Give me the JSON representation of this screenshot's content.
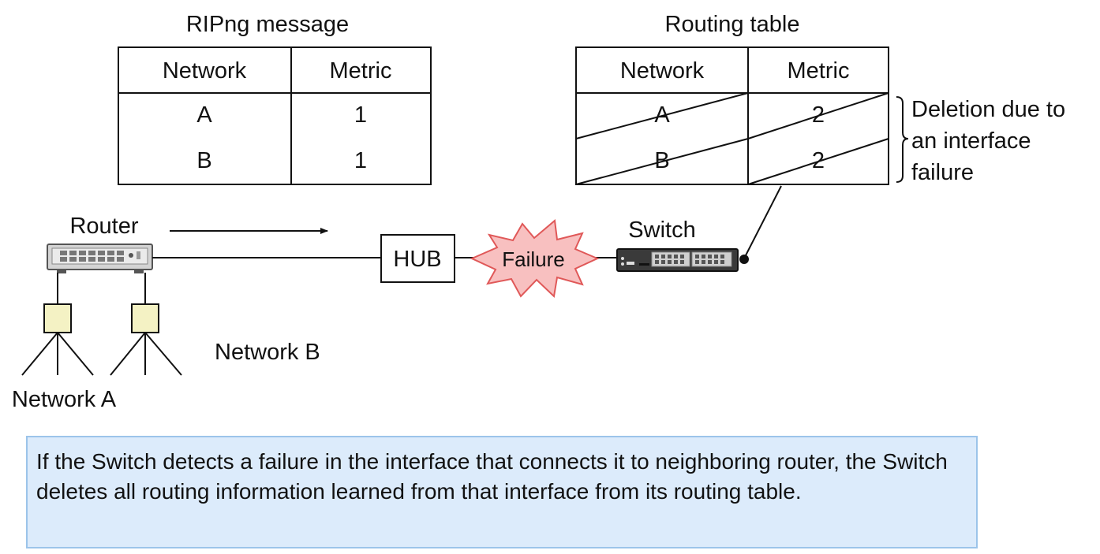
{
  "ripng_table": {
    "title": "RIPng message",
    "headers": [
      "Network",
      "Metric"
    ],
    "rows": [
      [
        "A",
        "1"
      ],
      [
        "B",
        "1"
      ]
    ]
  },
  "routing_table": {
    "title": "Routing table",
    "headers": [
      "Network",
      "Metric"
    ],
    "rows": [
      [
        "A",
        "2"
      ],
      [
        "B",
        "2"
      ]
    ]
  },
  "deletion_note": [
    "Deletion due to",
    "an interface",
    "failure"
  ],
  "labels": {
    "router": "Router",
    "hub": "HUB",
    "failure": "Failure",
    "switch": "Switch",
    "network_a": "Network A",
    "network_b": "Network B"
  },
  "caption": "If the Switch detects a failure in the interface that connects it to neighboring router, the Switch deletes all routing information learned from that interface from its routing table.",
  "colors": {
    "caption_bg": "#dcebfb",
    "caption_border": "#9cc4ea",
    "failure_fill": "#f8c0c0",
    "failure_stroke": "#e05858",
    "terminal_fill": "#f4f2c4"
  }
}
